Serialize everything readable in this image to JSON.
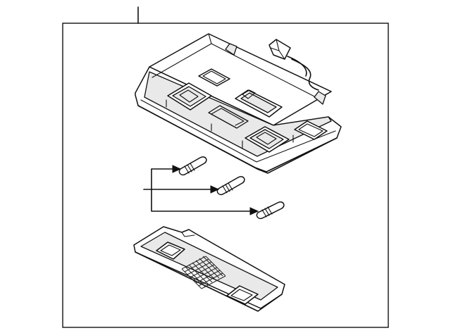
{
  "diagram": {
    "labels": [],
    "parts": [
      {
        "name": "overhead-console-housing"
      },
      {
        "name": "wiring-connector"
      },
      {
        "name": "bulb",
        "count": 3
      },
      {
        "name": "lens-cover"
      }
    ],
    "colors": {
      "line": "#111111",
      "background": "#ffffff",
      "shading": "#e9e9e9"
    }
  }
}
